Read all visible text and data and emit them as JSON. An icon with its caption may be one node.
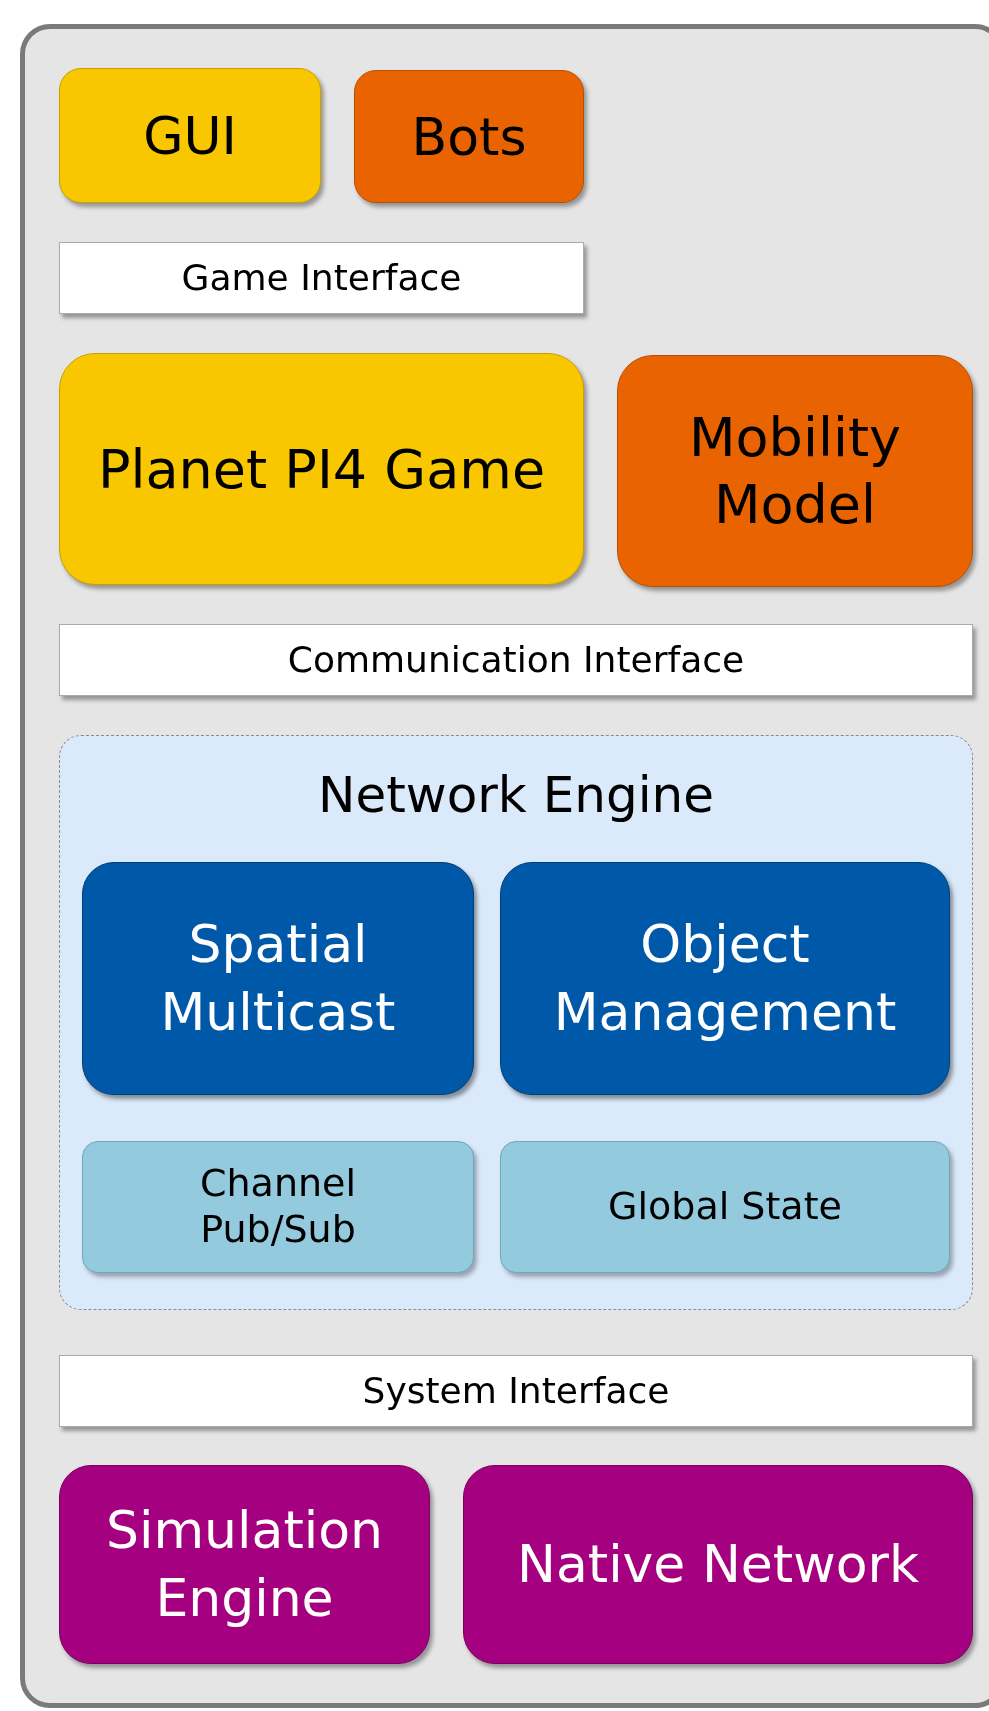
{
  "diagram": {
    "nodes": [
      {
        "text": [],
        "shape": "box"
      },
      {
        "text": [
          "GUI"
        ],
        "in": 0
      },
      {
        "text": [
          "Bots"
        ],
        "in": 0
      },
      {
        "text": [
          "Game Interface"
        ],
        "in": 0
      },
      {
        "text": [
          "Planet PI4 Game"
        ],
        "in": 0
      },
      {
        "text": [
          "Mobility Model"
        ],
        "in": 0
      },
      {
        "text": [
          "Communication Interface"
        ],
        "in": 0
      },
      {
        "text": [
          "Network Engine"
        ],
        "in": 0
      },
      {
        "text": [
          "Spatial Multicast"
        ],
        "in": 7
      },
      {
        "text": [
          "Object Management"
        ],
        "in": 7
      },
      {
        "text": [
          "Channel Pub/Sub"
        ],
        "in": 7
      },
      {
        "text": [
          "Global State"
        ],
        "in": 7
      },
      {
        "text": [
          "System Interface"
        ],
        "in": 0
      },
      {
        "text": [
          "Simulation Engine"
        ],
        "in": 0
      },
      {
        "text": [
          "Native Network"
        ],
        "in": 0
      }
    ]
  }
}
